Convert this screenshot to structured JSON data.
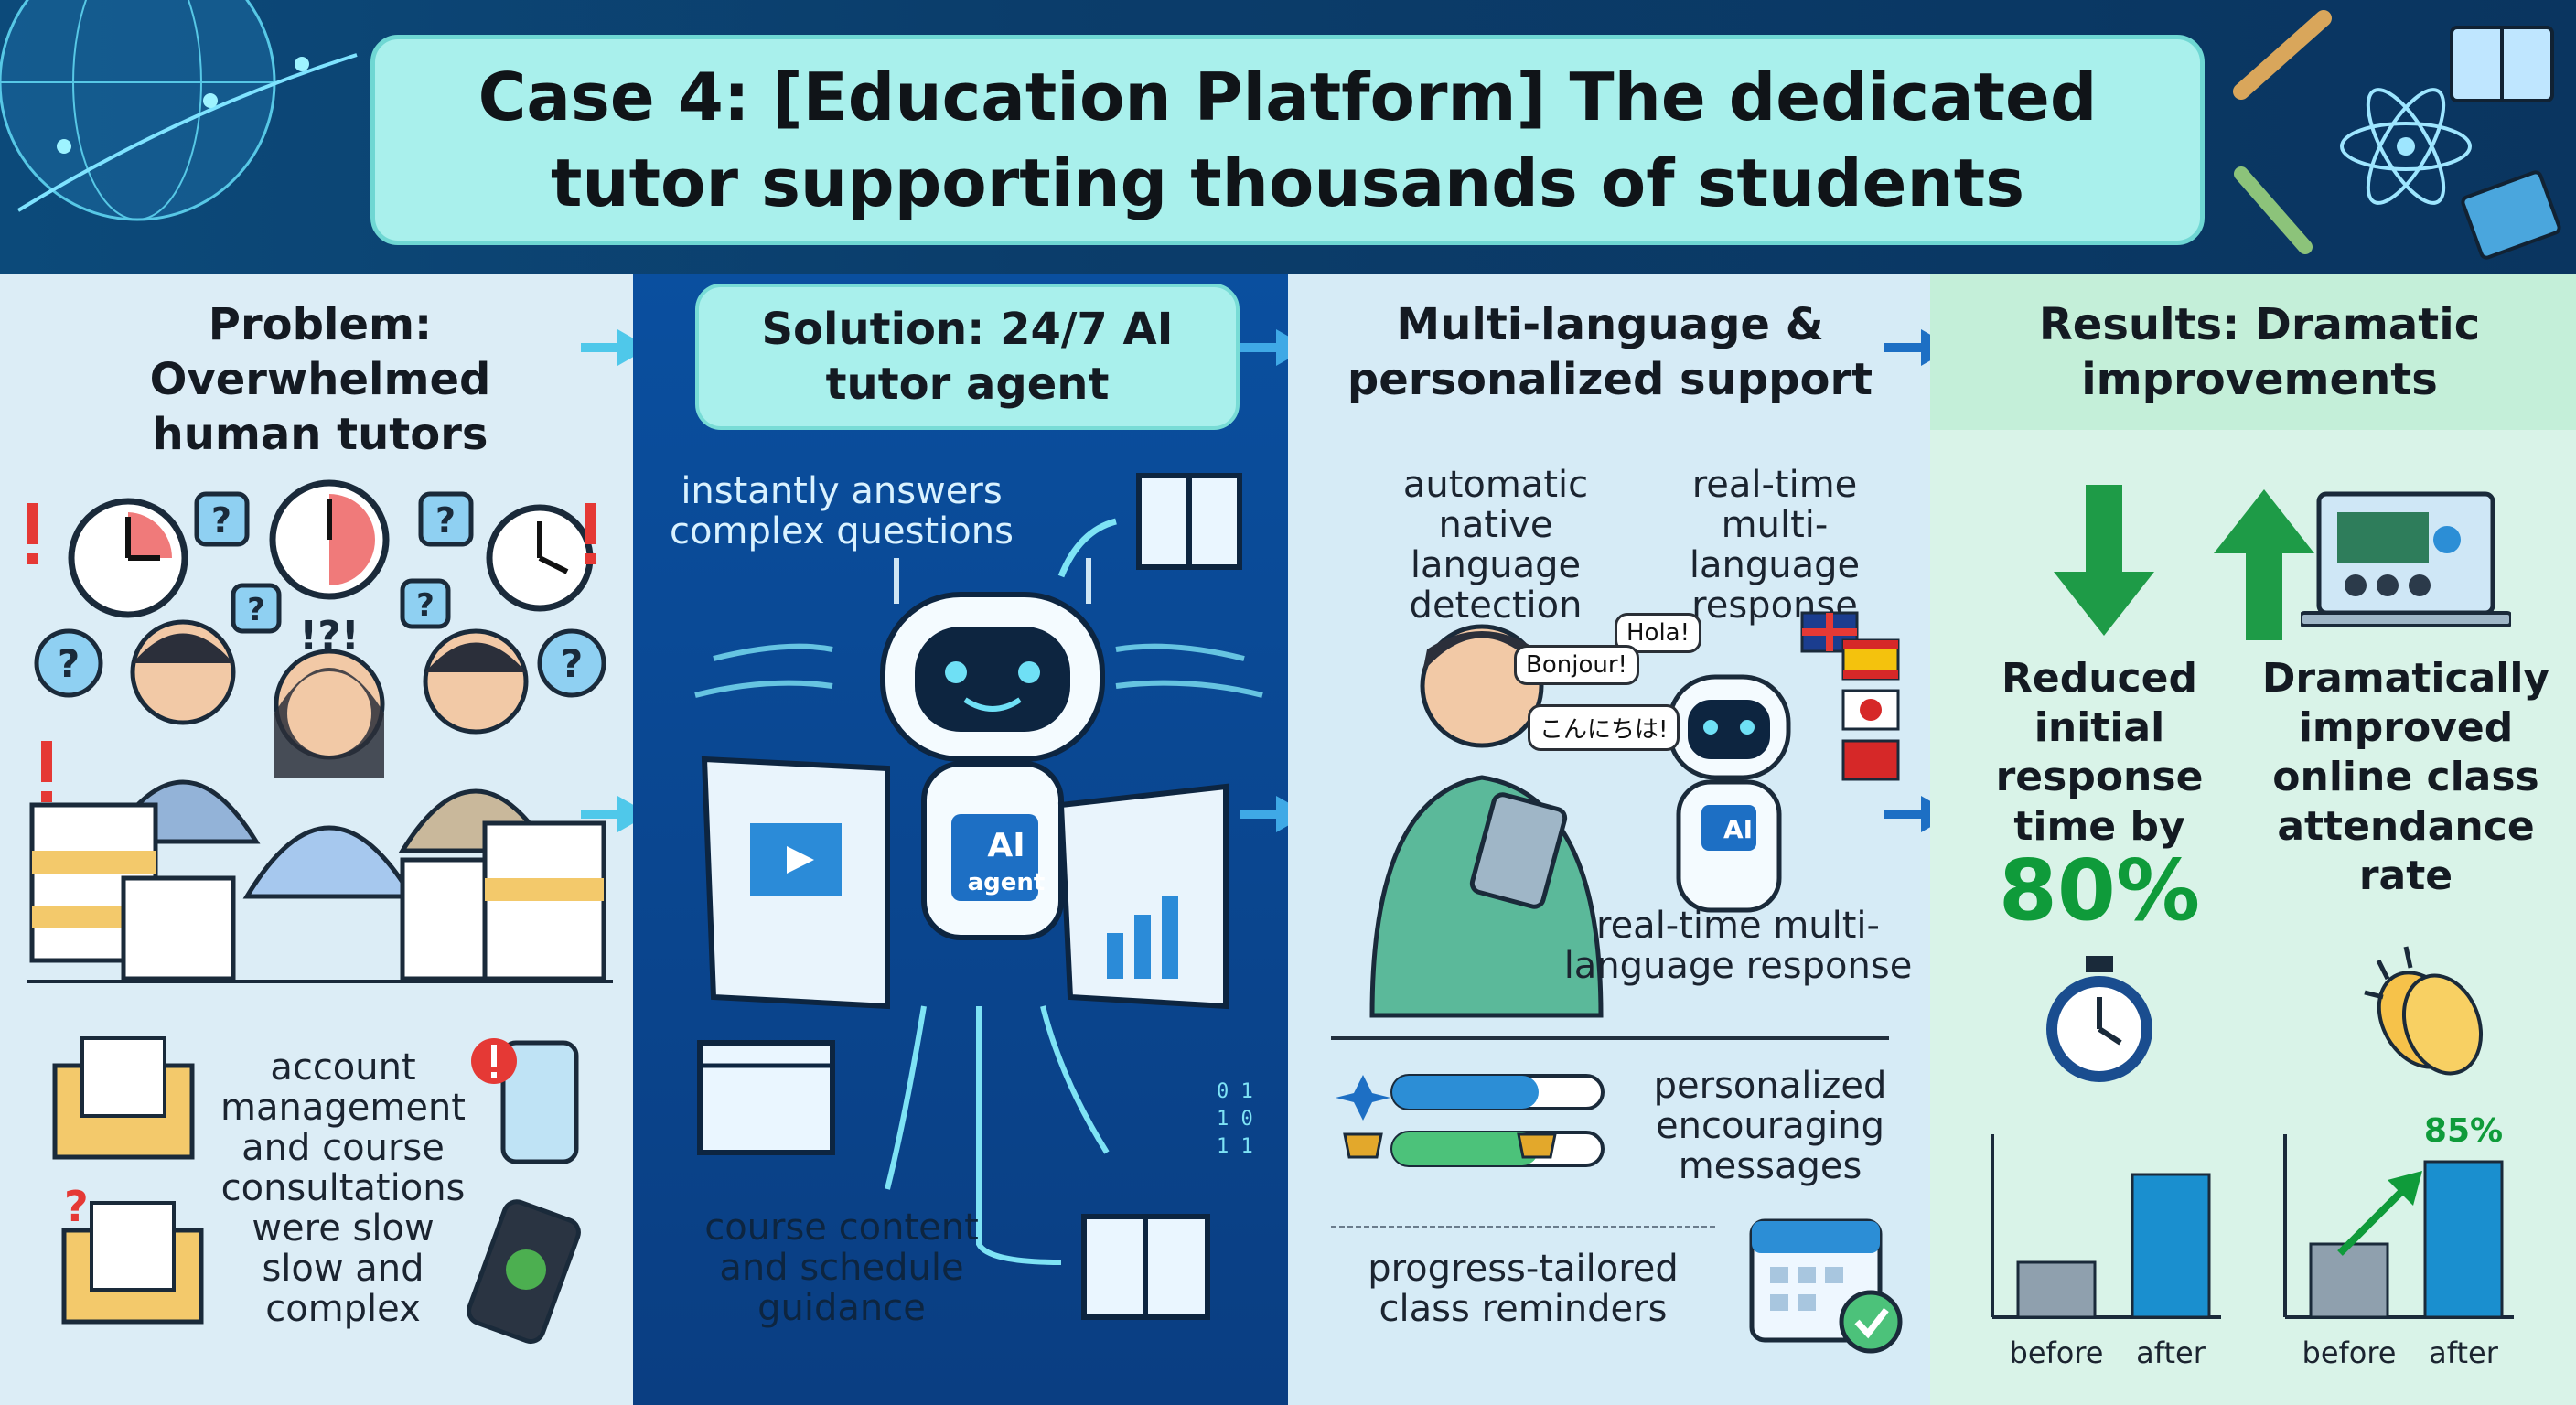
{
  "title": "Case 4: [Education Platform] The dedicated tutor supporting thousands of students",
  "columns": {
    "problem": {
      "heading": "Problem: Overwhelmed human tutors",
      "caption": "account management and course consultations were slow slow and complex"
    },
    "solution": {
      "heading": "Solution: 24/7 AI tutor agent",
      "top_caption": "instantly answers complex questions",
      "bottom_caption": "course content and schedule guidance",
      "robot_label_1": "AI",
      "robot_label_2": "agent"
    },
    "multilang": {
      "heading": "Multi-language & personalized support",
      "detect_caption": "automatic native language detection",
      "response_caption_top": "real-time multi-language response",
      "response_caption_mid": "real-time multi-language response",
      "greetings": [
        "Hola!",
        "Bonjour!",
        "こんにちは!"
      ],
      "robot_label": "AI",
      "messages_caption": "personalized encouraging messages",
      "reminders_caption": "progress-tailored class reminders"
    },
    "results": {
      "heading": "Results: Dramatic improvements",
      "left_stat_text": "Reduced initial response time by",
      "left_stat_value": "80%",
      "right_stat_text": "Dramatically improved online class attendance rate",
      "right_chart_value": "85%",
      "bar_labels": [
        "before",
        "after"
      ]
    }
  },
  "colors": {
    "header_bg": "#0b3d6b",
    "title_box": "#a9f0ec",
    "solution_bg": "#0a4f9f",
    "accent_green": "#0f9b3a",
    "bar_before": "#8fa0ae",
    "bar_after": "#1a8fcf"
  },
  "chart_data": [
    {
      "type": "bar",
      "categories": [
        "before",
        "after"
      ],
      "values": [
        30,
        78
      ],
      "title": "",
      "xlabel": "",
      "ylabel": ""
    },
    {
      "type": "bar",
      "categories": [
        "before",
        "after"
      ],
      "values": [
        40,
        85
      ],
      "annotation": "85%",
      "title": "",
      "xlabel": "",
      "ylabel": ""
    }
  ]
}
